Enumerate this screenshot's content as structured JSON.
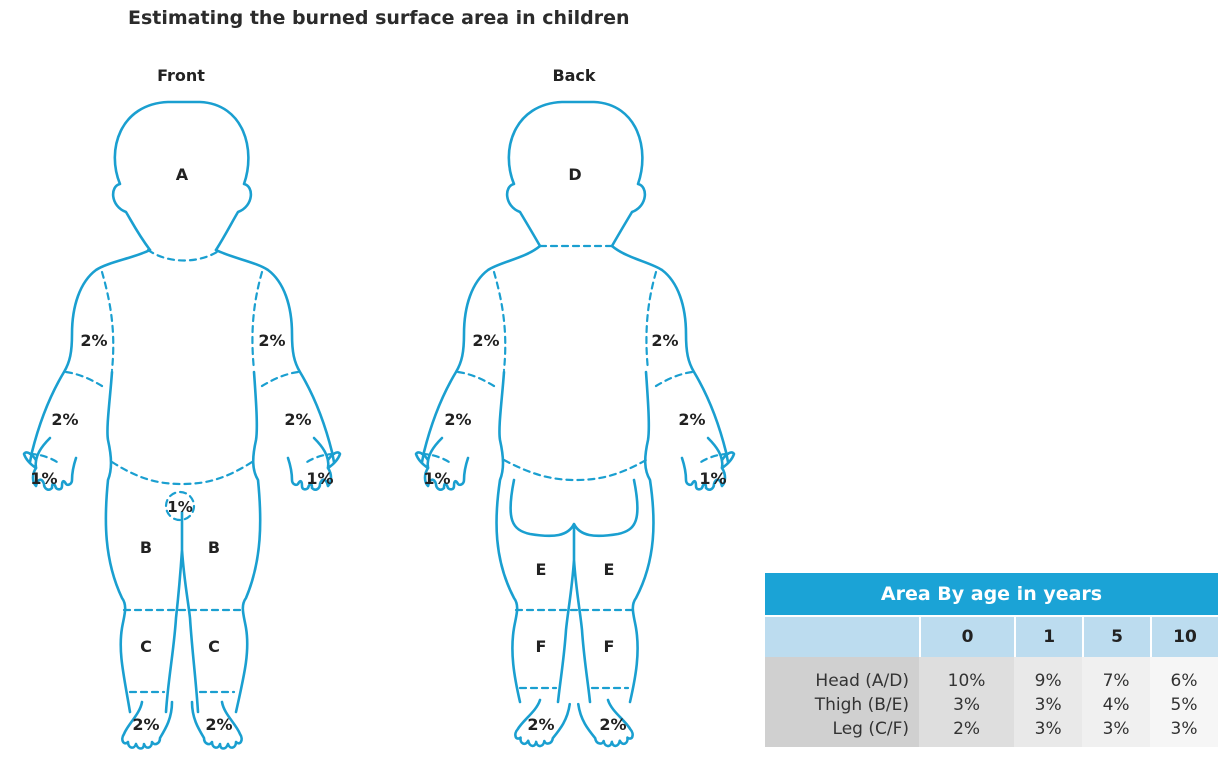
{
  "title": "Estimating the burned surface area in children",
  "colors": {
    "outline": "#1a9fd0",
    "table_header": "#1ba3d6",
    "table_subheader": "#bcdcef"
  },
  "front": {
    "heading": "Front",
    "labels": {
      "head": "A",
      "upper_arm_left": "2%",
      "upper_arm_right": "2%",
      "forearm_left": "2%",
      "forearm_right": "2%",
      "hand_left": "1%",
      "hand_right": "1%",
      "genital": "1%",
      "thigh_left": "B",
      "thigh_right": "B",
      "leg_left": "C",
      "leg_right": "C",
      "foot_left": "2%",
      "foot_right": "2%"
    }
  },
  "back": {
    "heading": "Back",
    "labels": {
      "head": "D",
      "upper_arm_left": "2%",
      "upper_arm_right": "2%",
      "forearm_left": "2%",
      "forearm_right": "2%",
      "hand_left": "1%",
      "hand_right": "1%",
      "thigh_left": "E",
      "thigh_right": "E",
      "leg_left": "F",
      "leg_right": "F",
      "foot_left": "2%",
      "foot_right": "2%"
    }
  },
  "table": {
    "title": "Area By age in years",
    "ages": [
      "0",
      "1",
      "5",
      "10"
    ],
    "rows": [
      {
        "label": "Head (A/D)",
        "values": [
          "10%",
          "9%",
          "7%",
          "6%"
        ]
      },
      {
        "label": "Thigh (B/E)",
        "values": [
          "3%",
          "3%",
          "4%",
          "5%"
        ]
      },
      {
        "label": "Leg (C/F)",
        "values": [
          "2%",
          "3%",
          "3%",
          "3%"
        ]
      }
    ]
  }
}
